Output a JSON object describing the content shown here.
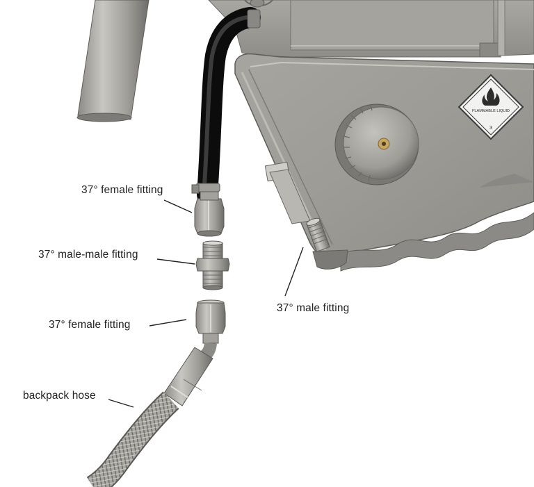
{
  "colors": {
    "background": "#ffffff",
    "metal": "#a9a7a2",
    "metal_dark": "#6f6d69",
    "hose_rubber": "#1f1f1f",
    "leader_line": "#222222",
    "label_text": "#222222"
  },
  "labels": {
    "female_top": "37° female fitting",
    "male_male": "37° male-male fitting",
    "female_bottom": "37° female fitting",
    "male": "37° male fitting",
    "backpack_hose": "backpack hose"
  },
  "placard": {
    "caption": "FLAMMABLE LIQUID",
    "class_number": "3",
    "icon": "flame-icon"
  }
}
